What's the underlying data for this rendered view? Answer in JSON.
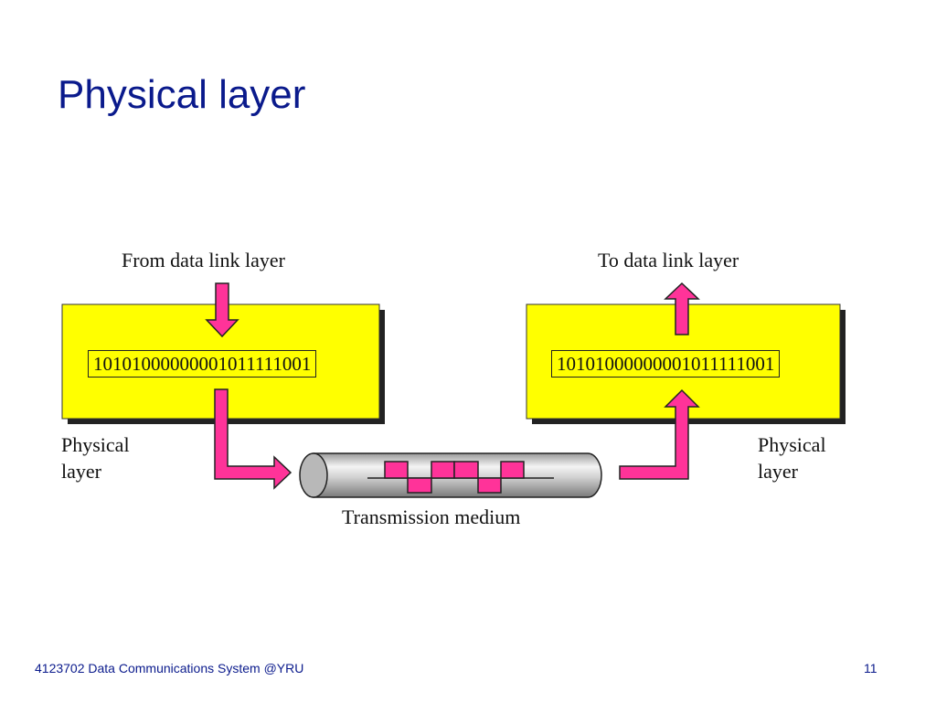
{
  "slide": {
    "title": "Physical layer"
  },
  "diagram": {
    "sender": {
      "from_label": "From data link layer",
      "bits": "10101000000001011111001",
      "layer_label_line1": "Physical",
      "layer_label_line2": "layer"
    },
    "receiver": {
      "to_label": "To data link layer",
      "bits": "10101000000001011111001",
      "layer_label_line1": "Physical",
      "layer_label_line2": "layer"
    },
    "medium": {
      "label": "Transmission medium"
    },
    "colors": {
      "box_fill": "#ffff00",
      "arrow_fill": "#ff3399",
      "title": "#0a1a8c"
    }
  },
  "footer": {
    "course": "4123702 Data Communications System @YRU",
    "page_number": "11"
  }
}
